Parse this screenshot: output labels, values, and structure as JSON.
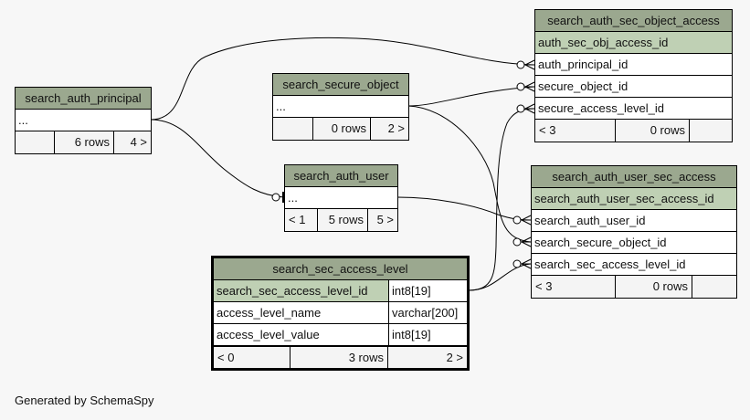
{
  "diagram": {
    "footer_text": "Generated by SchemaSpy",
    "title_color": "#9ba88f",
    "key_color": "#bfd0b4",
    "tables": {
      "object_access": {
        "name": "search_auth_sec_object_access",
        "columns": [
          "auth_sec_obj_access_id",
          "auth_principal_id",
          "secure_object_id",
          "secure_access_level_id"
        ],
        "footer": [
          "< 3",
          "0 rows",
          ""
        ]
      },
      "principal": {
        "name": "search_auth_principal",
        "columns": [
          "..."
        ],
        "footer": [
          "",
          "6 rows",
          "4 >"
        ]
      },
      "secure_object": {
        "name": "search_secure_object",
        "columns": [
          "..."
        ],
        "footer": [
          "",
          "0 rows",
          "2 >"
        ]
      },
      "auth_user": {
        "name": "search_auth_user",
        "columns": [
          "..."
        ],
        "footer": [
          "< 1",
          "5 rows",
          "5 >"
        ]
      },
      "user_sec_access": {
        "name": "search_auth_user_sec_access",
        "columns": [
          "search_auth_user_sec_access_id",
          "search_auth_user_id",
          "search_secure_object_id",
          "search_sec_access_level_id"
        ],
        "footer": [
          "< 3",
          "0 rows",
          ""
        ]
      },
      "access_level": {
        "name": "search_sec_access_level",
        "columns": [
          {
            "name": "search_sec_access_level_id",
            "type": "int8[19]"
          },
          {
            "name": "access_level_name",
            "type": "varchar[200]"
          },
          {
            "name": "access_level_value",
            "type": "int8[19]"
          }
        ],
        "footer": [
          "< 0",
          "3 rows",
          "2 >"
        ]
      }
    }
  }
}
